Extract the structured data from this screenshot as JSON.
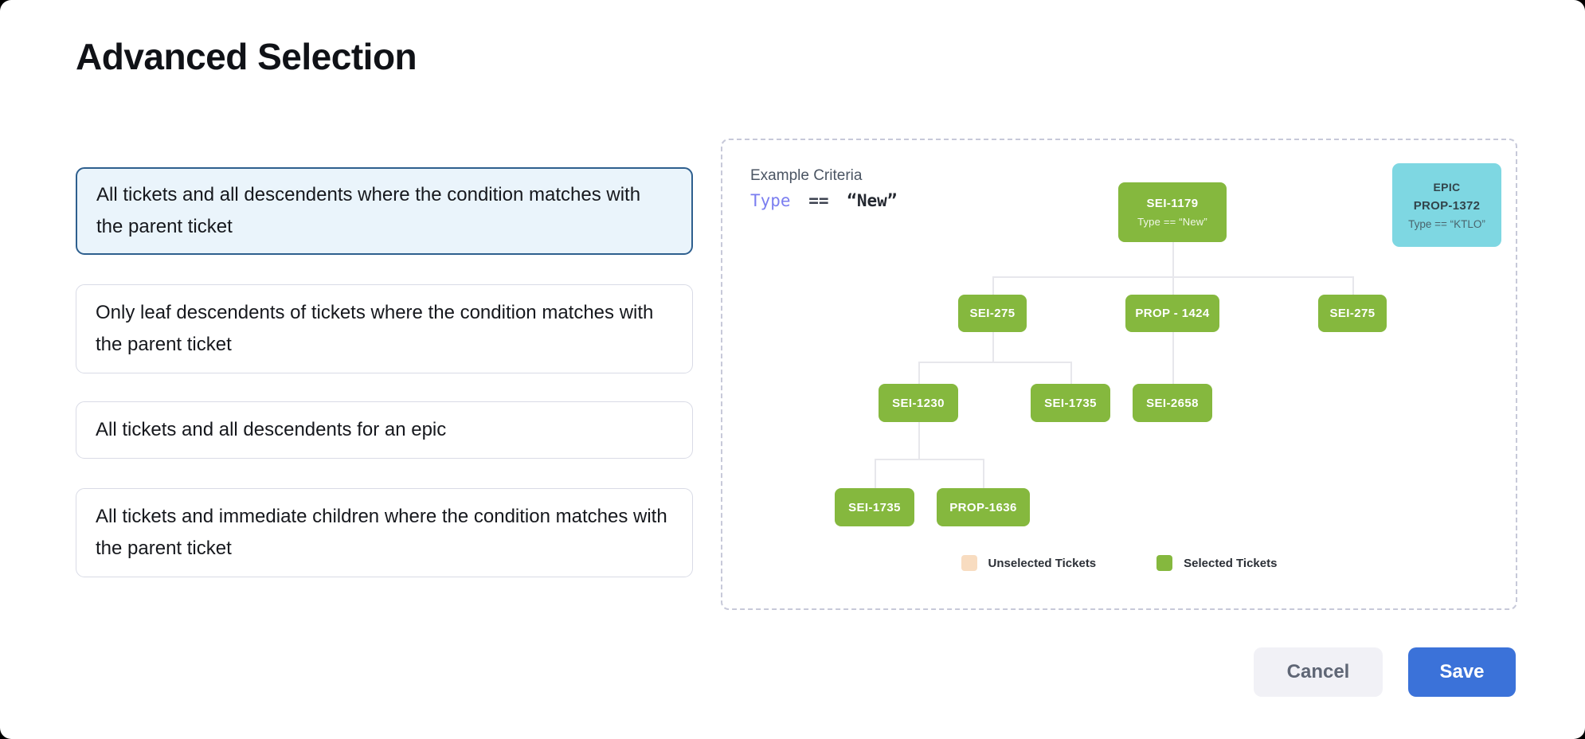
{
  "title": "Advanced Selection",
  "options": [
    {
      "label": "All tickets and all descendents where the condition matches with the parent ticket",
      "selected": true
    },
    {
      "label": "Only leaf descendents of tickets where the condition matches with the parent ticket",
      "selected": false
    },
    {
      "label": "All tickets and all descendents for an epic",
      "selected": false
    },
    {
      "label": "All tickets and immediate children where the condition matches with the parent ticket",
      "selected": false
    }
  ],
  "example": {
    "heading": "Example Criteria",
    "criteria": {
      "field": "Type",
      "operator": "==",
      "value": "“New”"
    }
  },
  "epic_card": {
    "type_label": "EPIC",
    "id": "PROP-1372",
    "criteria": "Type == “KTLO”"
  },
  "tree": {
    "root": {
      "id": "SEI-1179",
      "criteria": "Type == “New”"
    },
    "nodes": [
      "SEI-275",
      "PROP - 1424",
      "SEI-275",
      "SEI-1230",
      "SEI-1735",
      "SEI-2658",
      "SEI-1735",
      "PROP-1636"
    ],
    "structure": {
      "SEI-1179": [
        "SEI-275 (left)",
        "PROP - 1424",
        "SEI-275 (right)"
      ],
      "SEI-275 (left)": [
        "SEI-1230",
        "SEI-1735"
      ],
      "PROP - 1424": [
        "SEI-2658"
      ],
      "SEI-1230": [
        "SEI-1735 (leaf)",
        "PROP-1636"
      ]
    }
  },
  "legend": [
    {
      "label": "Unselected Tickets",
      "color": "#f8dcc0"
    },
    {
      "label": "Selected Tickets",
      "color": "#85b83e"
    }
  ],
  "footer": {
    "cancel_label": "Cancel",
    "save_label": "Save"
  },
  "colors": {
    "selected_node_green": "#85b83e",
    "unselected_peach": "#f8dcc0",
    "epic_cyan": "#7ed7e2",
    "selected_card_border": "#2e5f8e",
    "selected_card_bg": "#eaf4fb",
    "save_button_blue": "#3b72d9",
    "criteria_field_purple": "#7b7ef0"
  }
}
